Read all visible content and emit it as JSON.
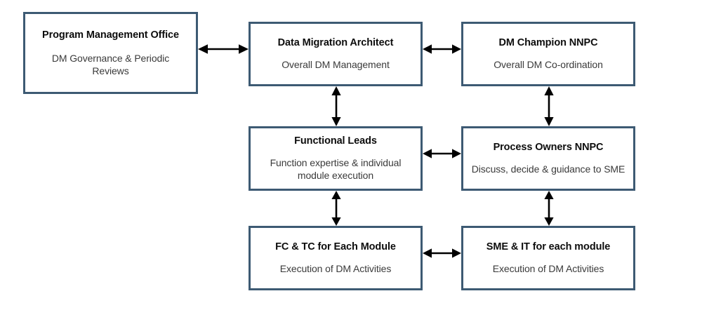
{
  "diagram": {
    "type": "organization-responsibility-diagram",
    "background_color": "#ffffff",
    "box_border_color": "#3d5a73",
    "box_fill_color": "#ffffff",
    "arrow_color": "#000000",
    "title_text_color": "#0d0d0d",
    "description_text_color": "#3a3a3a",
    "nodes": [
      {
        "id": "program-management-office",
        "title": "Program Management Office",
        "description": "DM Governance & Periodic Reviews"
      },
      {
        "id": "data-migration-architect",
        "title": "Data Migration Architect",
        "description": "Overall DM Management"
      },
      {
        "id": "dm-champion-nnpc",
        "title": "DM Champion NNPC",
        "description": "Overall DM Co-ordination"
      },
      {
        "id": "functional-leads",
        "title": "Functional Leads",
        "description": "Function expertise & individual module execution"
      },
      {
        "id": "process-owners-nnpc",
        "title": "Process Owners NNPC",
        "description": "Discuss, decide & guidance to SME"
      },
      {
        "id": "fc-tc-for-each-module",
        "title": "FC & TC for Each Module",
        "description": "Execution of DM Activities"
      },
      {
        "id": "sme-it-for-each-module",
        "title": "SME & IT for each module",
        "description": "Execution of DM Activities"
      }
    ],
    "connectors": [
      {
        "id": "pmo-to-architect",
        "from": "program-management-office",
        "to": "data-migration-architect",
        "orientation": "horizontal",
        "style": "double-headed-arrow"
      },
      {
        "id": "architect-to-champion",
        "from": "data-migration-architect",
        "to": "dm-champion-nnpc",
        "orientation": "horizontal",
        "style": "double-headed-arrow"
      },
      {
        "id": "functional-to-process",
        "from": "functional-leads",
        "to": "process-owners-nnpc",
        "orientation": "horizontal",
        "style": "double-headed-arrow"
      },
      {
        "id": "fctc-to-smeit",
        "from": "fc-tc-for-each-module",
        "to": "sme-it-for-each-module",
        "orientation": "horizontal",
        "style": "double-headed-arrow"
      },
      {
        "id": "architect-to-functional",
        "from": "data-migration-architect",
        "to": "functional-leads",
        "orientation": "vertical",
        "style": "double-headed-arrow"
      },
      {
        "id": "champion-to-process",
        "from": "dm-champion-nnpc",
        "to": "process-owners-nnpc",
        "orientation": "vertical",
        "style": "double-headed-arrow"
      },
      {
        "id": "functional-to-fctc",
        "from": "functional-leads",
        "to": "fc-tc-for-each-module",
        "orientation": "vertical",
        "style": "double-headed-arrow"
      },
      {
        "id": "process-to-smeit",
        "from": "process-owners-nnpc",
        "to": "sme-it-for-each-module",
        "orientation": "vertical",
        "style": "double-headed-arrow"
      }
    ]
  }
}
